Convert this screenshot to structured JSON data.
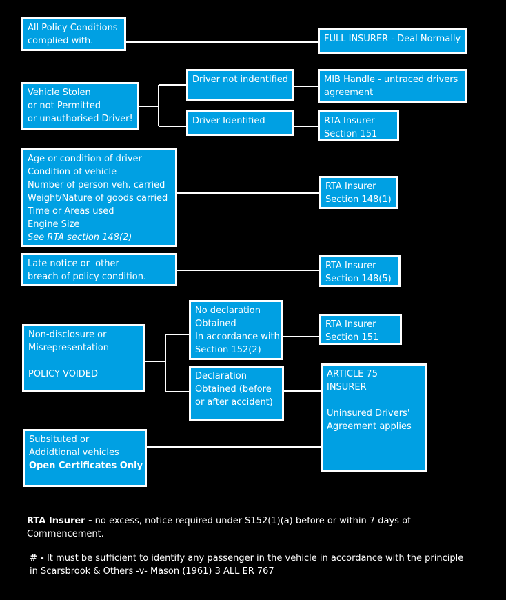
{
  "colors": {
    "background": "#000000",
    "box_fill": "#00a0e3",
    "box_border": "#ffffff",
    "text": "#ffffff"
  },
  "boxes": {
    "all_policy": [
      "All Policy Conditions",
      "complied with."
    ],
    "full_insurer": [
      "FULL INSURER - Deal Normally"
    ],
    "vehicle_stolen": [
      "Vehicle Stolen",
      "or not Permitted",
      "or unauthorised Driver!"
    ],
    "driver_not_identified": [
      "Driver not indentified"
    ],
    "driver_identified": [
      "Driver Identified"
    ],
    "mib": [
      "MIB Handle - untraced drivers",
      "agreement"
    ],
    "rta_151_a": [
      "RTA Insurer",
      "Section 151"
    ],
    "age_condition": [
      "Age or condition of driver",
      "Condition of vehicle",
      "Number of person veh. carried",
      "Weight/Nature of goods carried",
      "Time or Areas used",
      "Engine Size",
      "See RTA section 148(2)"
    ],
    "rta_148_1": [
      "RTA Insurer",
      "Section 148(1)"
    ],
    "late_notice": [
      "Late notice or  other",
      "breach of policy condition."
    ],
    "rta_148_5": [
      "RTA Insurer",
      "Section 148(5)"
    ],
    "non_disclosure": [
      "Non-disclosure or",
      "Misrepresentation",
      "",
      "POLICY VOIDED"
    ],
    "no_declaration": [
      "No declaration",
      "Obtained",
      "In accordance with",
      "Section 152(2)"
    ],
    "declaration": [
      "Declaration",
      "Obtained (before",
      "or after accident)"
    ],
    "rta_151_b": [
      "RTA Insurer",
      "Section 151"
    ],
    "article_75": [
      "ARTICLE 75",
      "INSURER",
      "",
      "Uninsured Drivers'",
      "Agreement applies"
    ],
    "substituted": [
      "Subsituted or",
      "Addidtional vehicles",
      "Open Certificates Only"
    ]
  },
  "notes": {
    "rta_label": "RTA Insurer -",
    "rta_text": " no excess, notice required under S152(1)(a) before or within 7 days of",
    "rta_text_2": "Commencement.",
    "hash_label": "# -",
    "hash_text": " It must be sufficient to identify any passenger in the vehicle in accordance with the principle",
    "hash_text_2": "in Scarsbrook & Others -v- Mason (1961) 3 ALL ER 767"
  }
}
